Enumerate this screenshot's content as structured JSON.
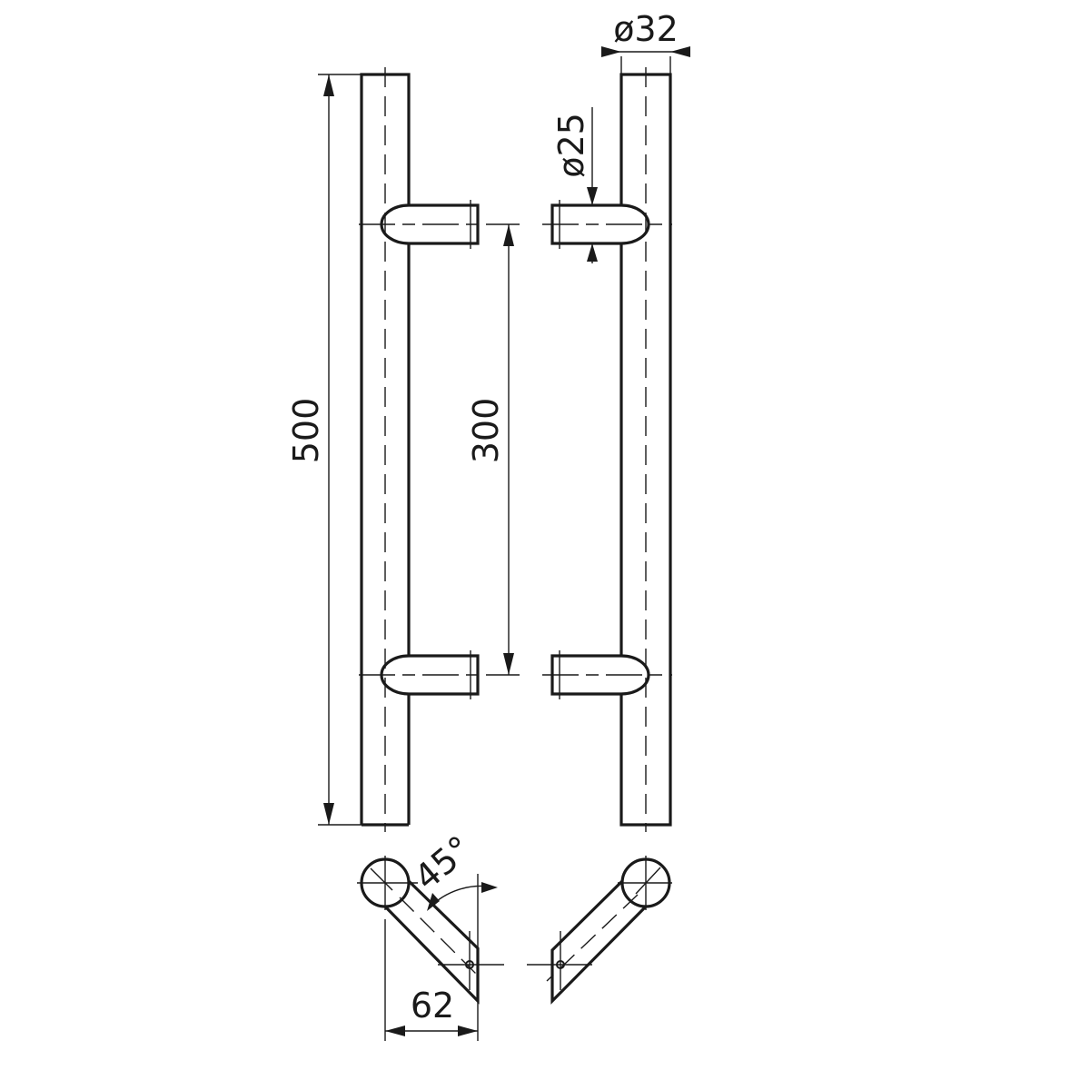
{
  "drawing": {
    "title": "Door pull handle technical drawing",
    "colors": {
      "line": "#1a1a1a",
      "background": "#ffffff"
    }
  },
  "dimensions": {
    "overall_length": "500",
    "center_distance": "300",
    "bar_diameter": "ø32",
    "standoff_diameter": "ø25",
    "projection": "62",
    "angle": "45°"
  }
}
